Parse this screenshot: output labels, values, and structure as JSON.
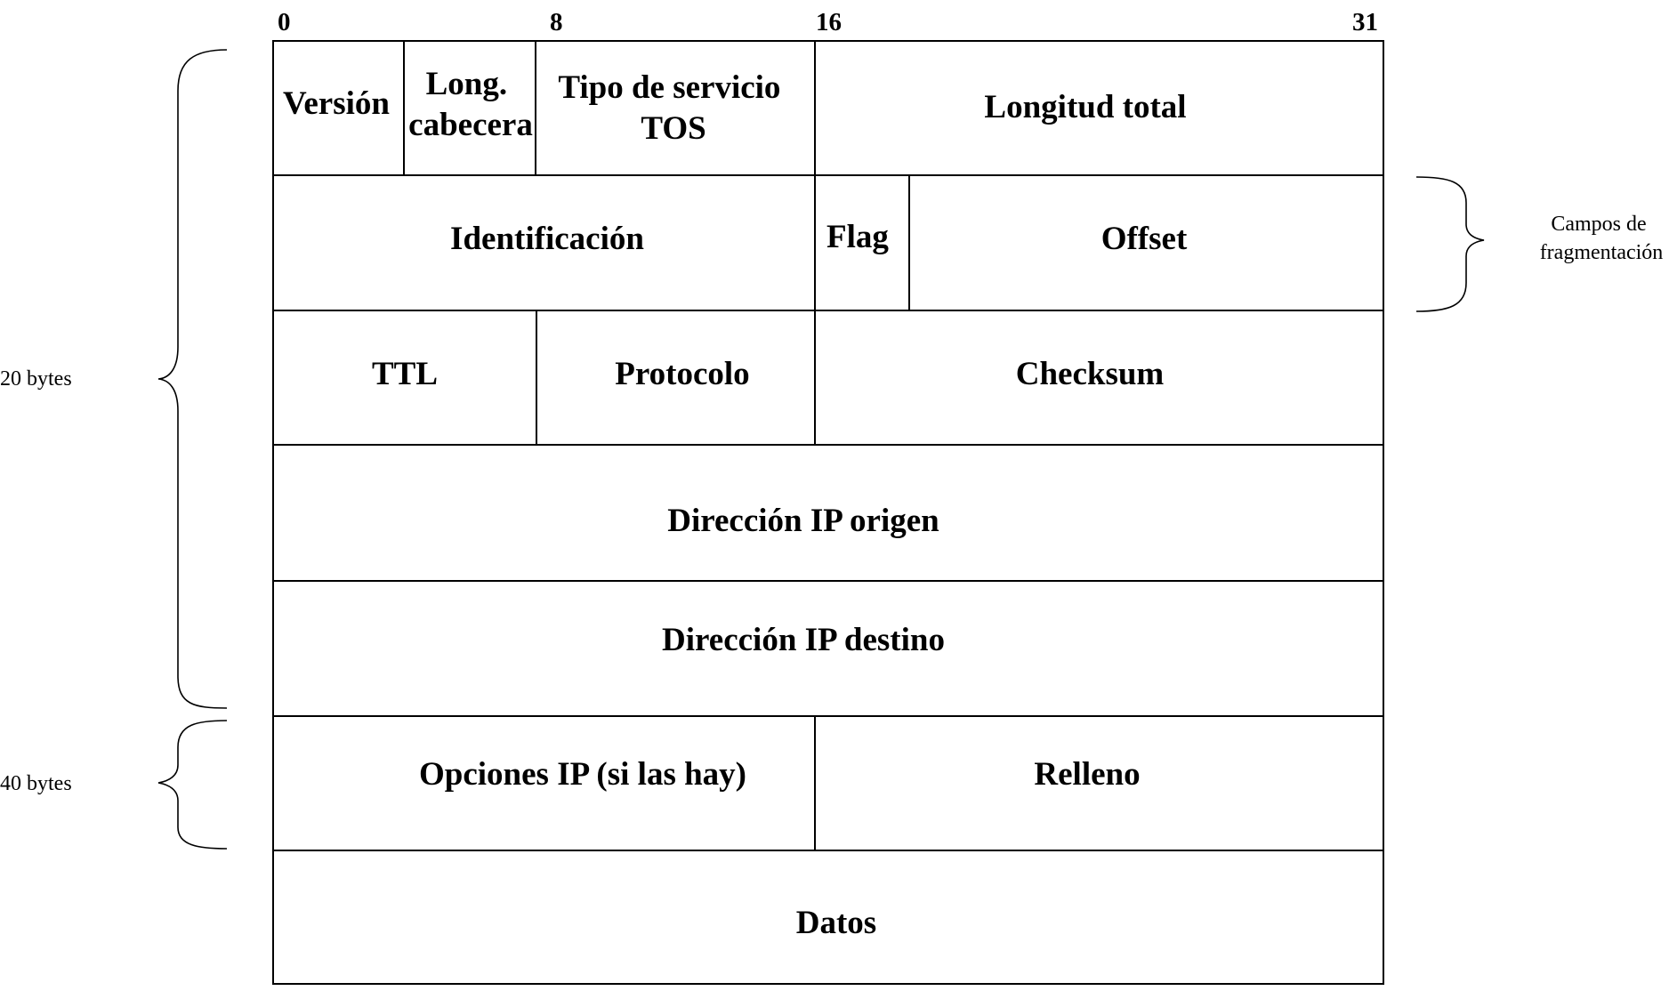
{
  "bit_labels": [
    "0",
    "8",
    "16",
    "31"
  ],
  "fields": {
    "version": "Versión",
    "header_length_l1": "Long.",
    "header_length_l2": "cabecera",
    "tos_l1": "Tipo de servicio",
    "tos_l2": "TOS",
    "total_length": "Longitud total",
    "identification": "Identificación",
    "flag": "Flag",
    "offset": "Offset",
    "ttl": "TTL",
    "protocol": "Protocolo",
    "checksum": "Checksum",
    "src_ip": "Dirección IP origen",
    "dst_ip": "Dirección IP destino",
    "options": "Opciones IP (si las hay)",
    "padding": "Relleno",
    "data": "Datos"
  },
  "annotations": {
    "header_size": "20 bytes",
    "options_size": "40 bytes",
    "fragmentation_l1": "Campos de",
    "fragmentation_l2": "fragmentación"
  }
}
